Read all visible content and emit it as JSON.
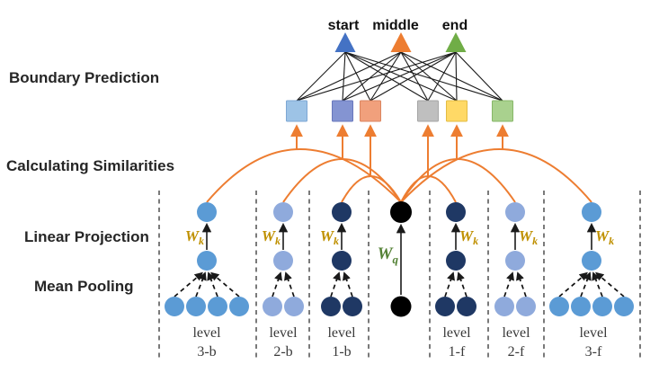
{
  "stages": {
    "boundary_prediction": "Boundary Prediction",
    "calculating_similarities": "Calculating Similarities",
    "linear_projection": "Linear Projection",
    "mean_pooling": "Mean Pooling"
  },
  "outputs": [
    {
      "label": "start",
      "color": "#4472C4"
    },
    {
      "label": "middle",
      "color": "#ED7D31"
    },
    {
      "label": "end",
      "color": "#70AD47"
    }
  ],
  "similarity_squares": [
    {
      "color": "#9DC3E6"
    },
    {
      "color": "#8494D2"
    },
    {
      "color": "#F1A07C"
    },
    {
      "color": "#BFBFBF"
    },
    {
      "color": "#FFD966"
    },
    {
      "color": "#A9D18E"
    }
  ],
  "weights": {
    "key": {
      "base": "W",
      "subscript": "k",
      "color": "#BF9000"
    },
    "query": {
      "base": "W",
      "subscript": "q",
      "color": "#538135"
    }
  },
  "columns": [
    {
      "name": "3-b",
      "color": "#5B9BD5",
      "level_word": "level",
      "level_id": "3-b",
      "tokens": 4
    },
    {
      "name": "2-b",
      "color": "#8FAADC",
      "level_word": "level",
      "level_id": "2-b",
      "tokens": 2
    },
    {
      "name": "1-b",
      "color": "#1F3864",
      "level_word": "level",
      "level_id": "1-b",
      "tokens": 2
    },
    {
      "name": "query",
      "color": "#000000",
      "tokens": 1
    },
    {
      "name": "1-f",
      "color": "#1F3864",
      "level_word": "level",
      "level_id": "1-f",
      "tokens": 2
    },
    {
      "name": "2-f",
      "color": "#8FAADC",
      "level_word": "level",
      "level_id": "2-f",
      "tokens": 2
    },
    {
      "name": "3-f",
      "color": "#5B9BD5",
      "level_word": "level",
      "level_id": "3-f",
      "tokens": 4
    }
  ],
  "accent_colors": {
    "connection_orange": "#ED7D31",
    "line_black": "#1a1a1a"
  }
}
